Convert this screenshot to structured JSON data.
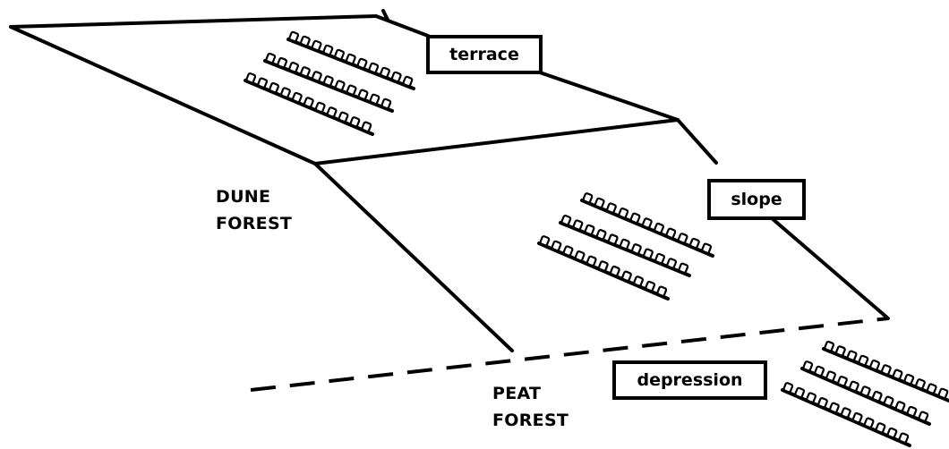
{
  "labels": {
    "terrace": "terrace",
    "slope": "slope",
    "depression": "depression",
    "dune_forest": [
      "DUNE",
      "FOREST"
    ],
    "peat_forest": [
      "PEAT",
      "FOREST"
    ]
  },
  "colors": {
    "line": "#000000",
    "background": "#ffffff"
  },
  "plant_rows": {
    "terrace": 3,
    "slope": 3,
    "depression": 3
  }
}
